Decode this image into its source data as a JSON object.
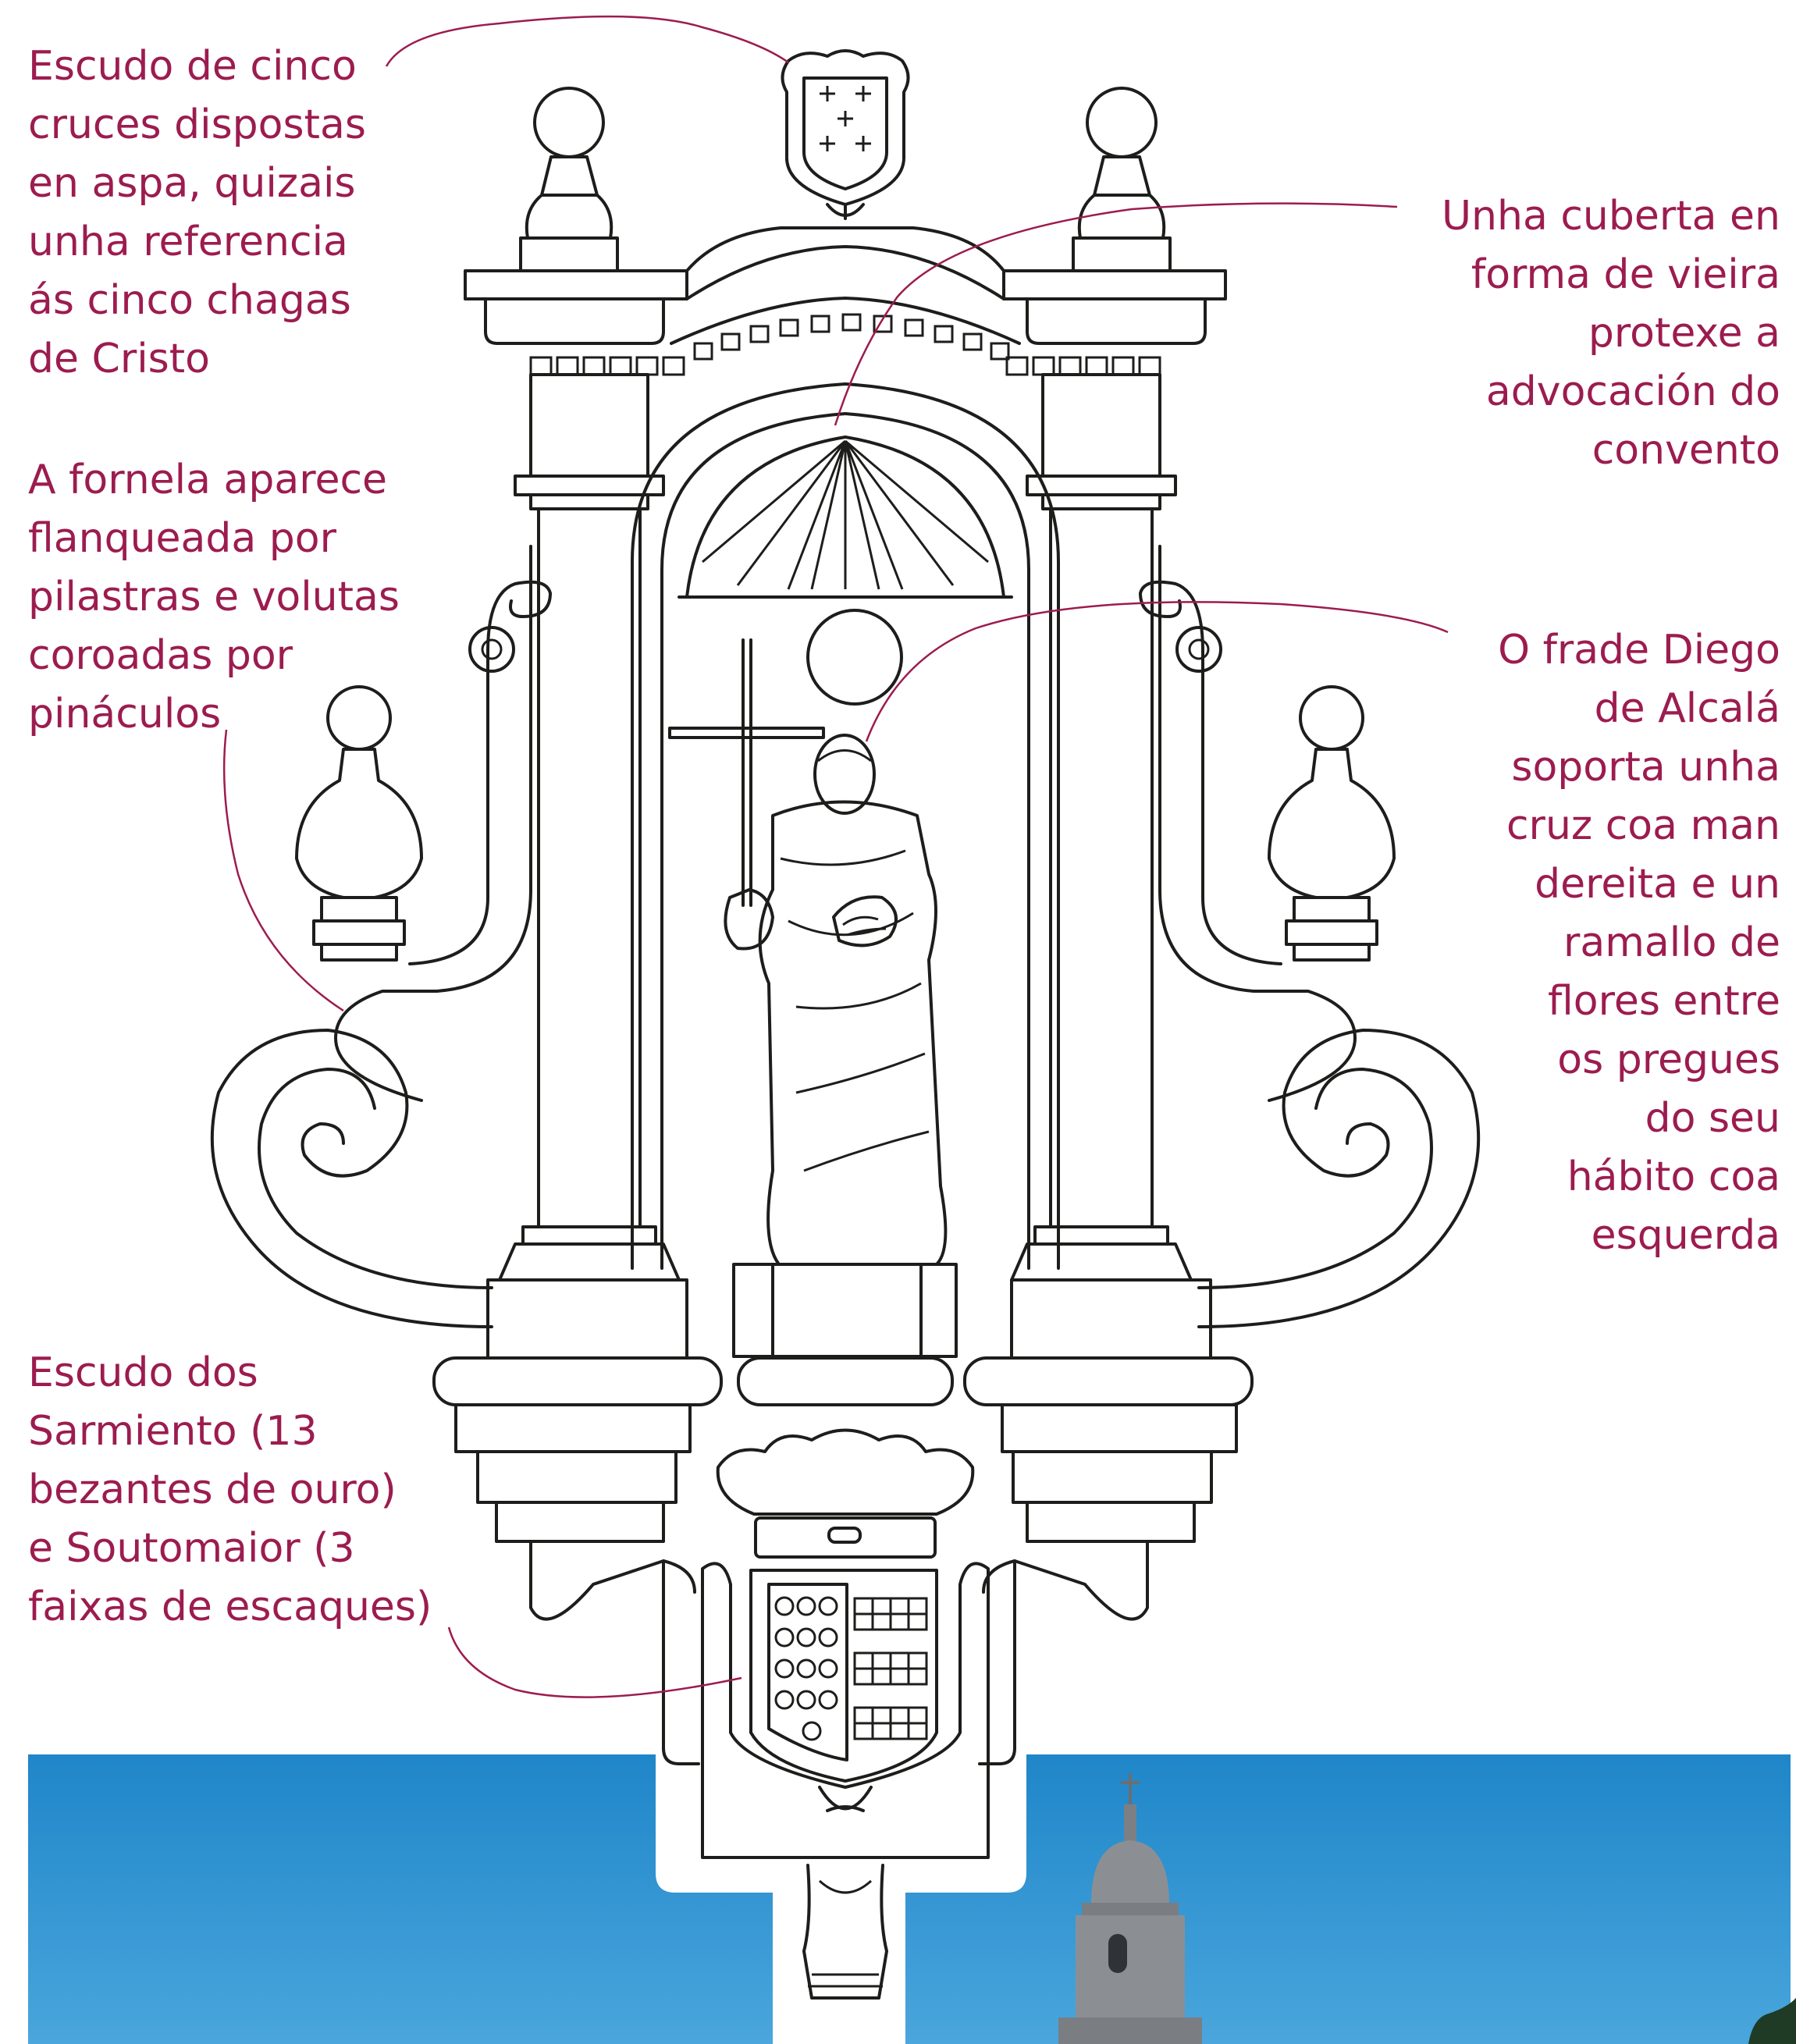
{
  "colors": {
    "label_text": "#9c1c4f",
    "leader_line": "#9c1c4f",
    "drawing_stroke": "#1d1d1b",
    "sky_top": "#1f86c9",
    "sky_bottom": "#4aa6dc",
    "tower_stone": "#8b8f94"
  },
  "annotations": [
    {
      "id": "cinco-cruces",
      "lines": [
        "Escudo de cinco",
        "cruces dispostas",
        "en aspa, quizais",
        "unha referencia",
        "ás cinco chagas",
        "de Cristo"
      ]
    },
    {
      "id": "vieira",
      "lines": [
        "Unha cuberta en",
        "forma de vieira",
        "protexe a",
        "advocación do",
        "convento"
      ]
    },
    {
      "id": "fornela",
      "lines": [
        "A fornela aparece",
        "flanqueada por",
        "pilastras e volutas",
        "coroadas por",
        "pináculos"
      ]
    },
    {
      "id": "frade",
      "lines": [
        "O frade Diego",
        "de Alcalá",
        "soporta unha",
        "cruz coa man",
        "dereita e un",
        "ramallo de",
        "flores entre",
        "os pregues",
        "do seu",
        "hábito coa",
        "esquerda"
      ]
    },
    {
      "id": "sarmiento",
      "lines": [
        "Escudo dos",
        "Sarmiento (13",
        "bezantes de ouro)",
        "e Soutomaior (3",
        "faixas de escaques)"
      ]
    }
  ],
  "icons": {
    "top_shield": "five-crosses-shield-icon",
    "bottom_shield": "sarmiento-soutomaior-shield-icon"
  }
}
